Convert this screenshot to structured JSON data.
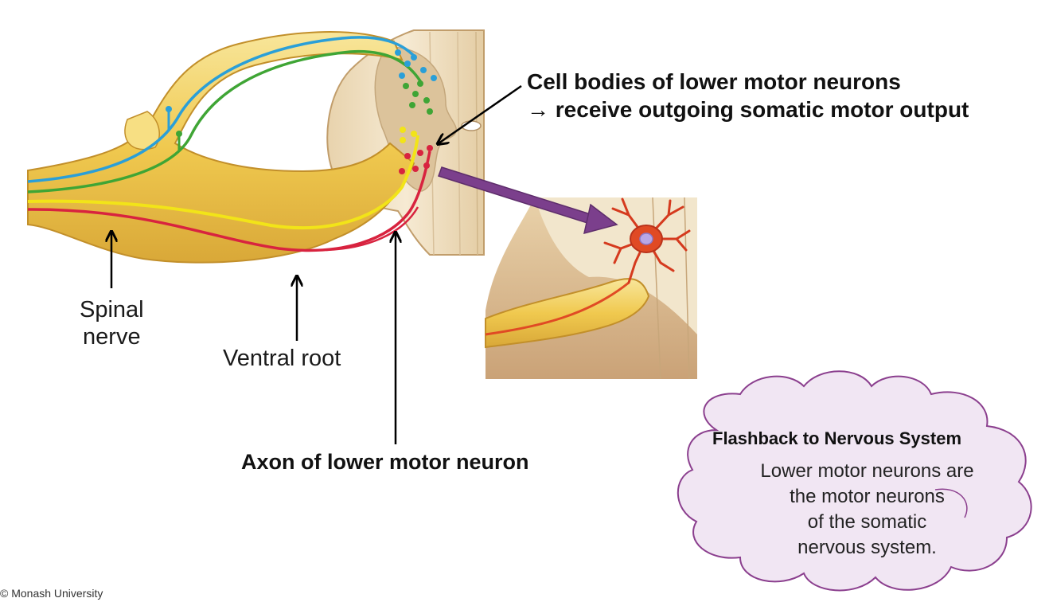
{
  "labels": {
    "spinal_nerve_line1": "Spinal",
    "spinal_nerve_line2": "nerve",
    "ventral_root": "Ventral root",
    "axon": "Axon of lower motor neuron",
    "cell_bodies_line1": "Cell bodies of lower motor neurons",
    "cell_bodies_line2": "→ receive outgoing somatic motor output"
  },
  "callout": {
    "title": "Flashback to Nervous System",
    "line1": "Lower motor neurons are",
    "line2": "the motor neurons",
    "line3": "of the somatic",
    "line4": "nervous system."
  },
  "footer": {
    "copyright": "© Monash University"
  },
  "colors": {
    "nerve_yellow": "#f2cf55",
    "nerve_shadow": "#d6a62e",
    "tissue": "#f4e7cd",
    "tissue_edge": "#c9a97a",
    "grey_matter": "#e1c8a0",
    "sensory_blue": "#2a9fd8",
    "interneuron_green": "#3fa535",
    "motor_red": "#d8233f",
    "motor_yellow": "#f2e418",
    "neuron_orange": "#e04a24",
    "pointer_purple": "#7b3f8c",
    "cloud_fill": "#f1e6f3",
    "cloud_stroke": "#8b3f8e"
  }
}
